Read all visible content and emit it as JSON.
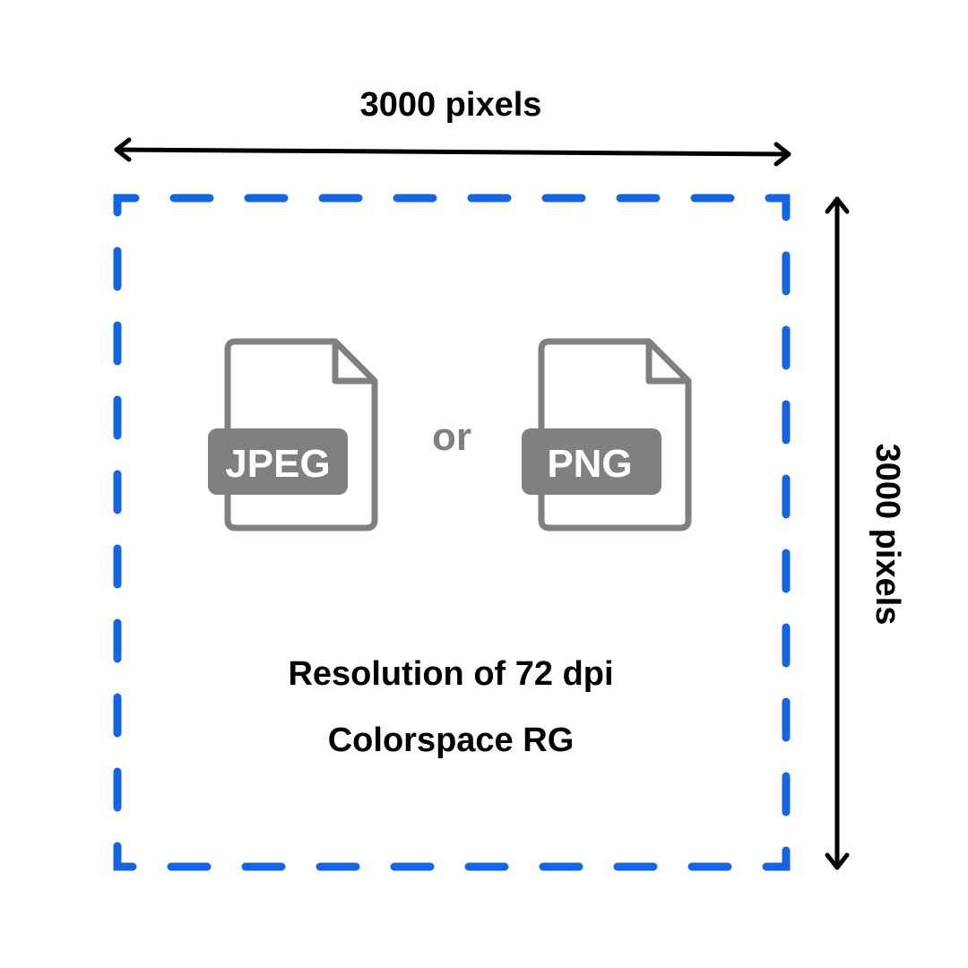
{
  "dimensions": {
    "width_label": "3000 pixels",
    "height_label": "3000 pixels"
  },
  "formats": {
    "first": "JPEG",
    "separator": "or",
    "second": "PNG"
  },
  "specs": {
    "resolution": "Resolution of 72 dpi",
    "colorspace": "Colorspace RG"
  },
  "colors": {
    "border": "#1565e3",
    "icon": "#808080",
    "text": "#000000",
    "icon_text": "#ffffff"
  },
  "icons": {
    "file": "file-icon"
  }
}
